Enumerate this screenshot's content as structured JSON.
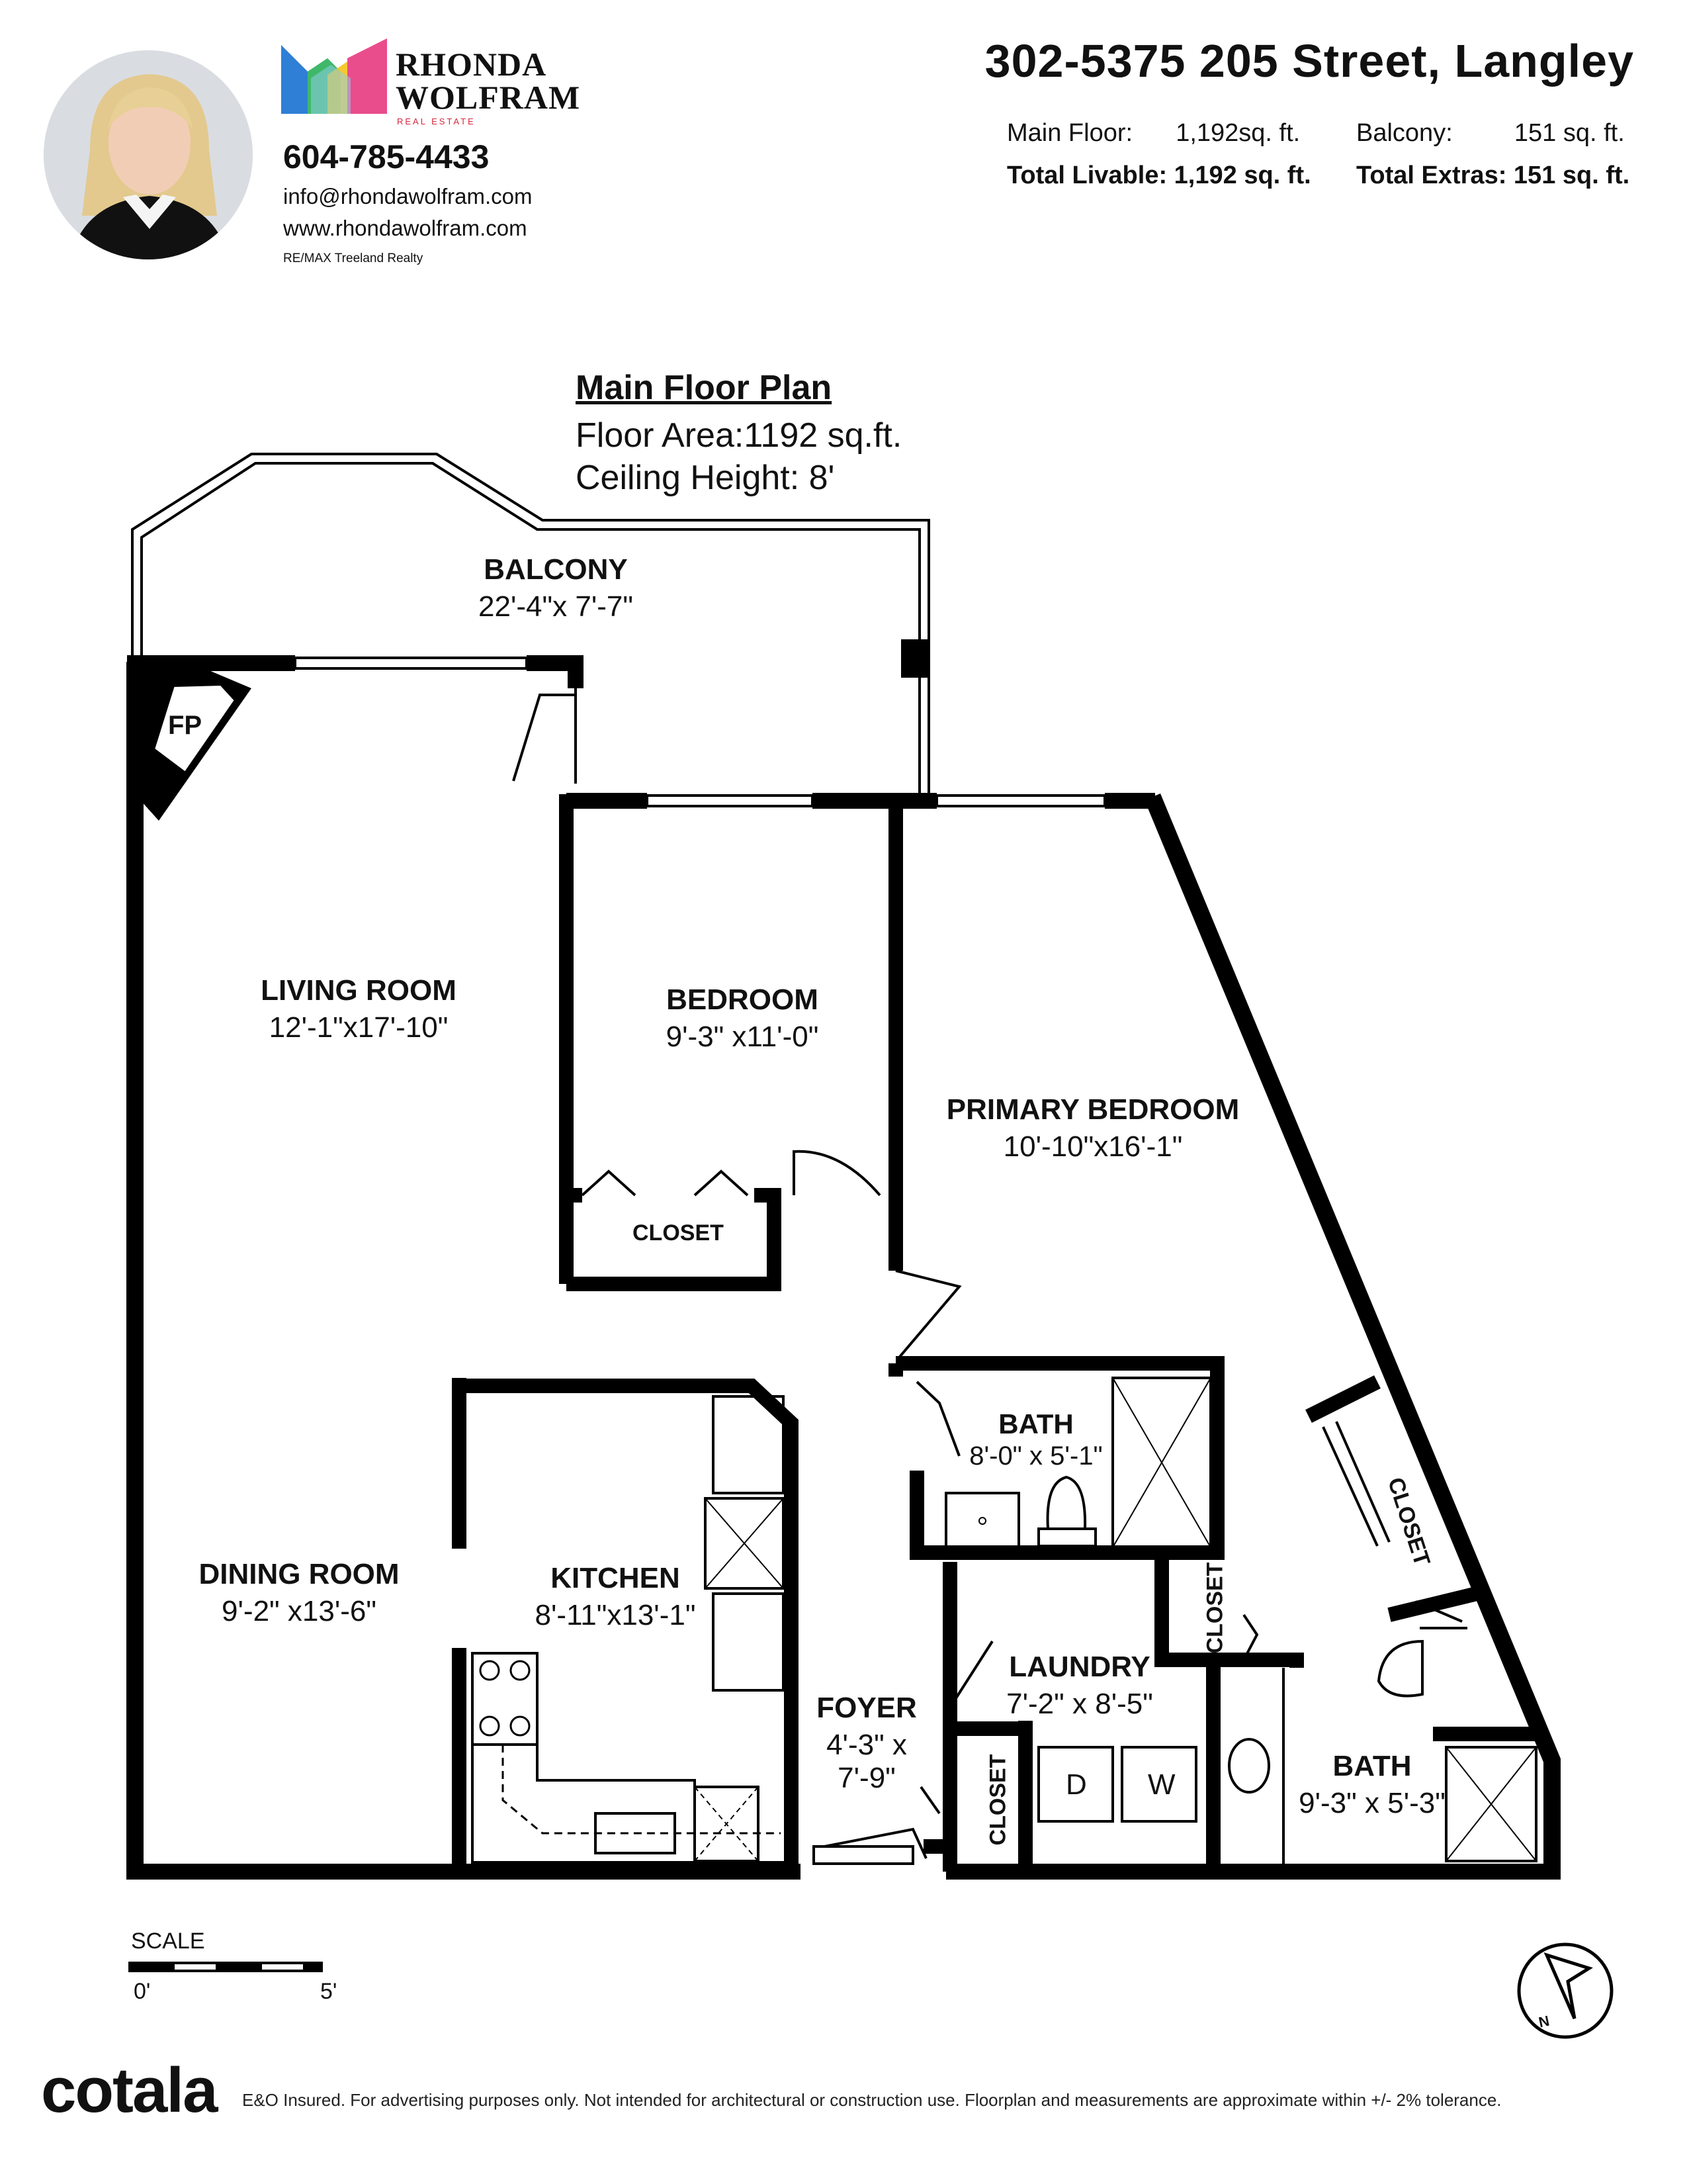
{
  "agent": {
    "brand_line1": "RHONDA",
    "brand_line2": "WOLFRAM",
    "brand_sub": "REAL ESTATE",
    "phone": "604-785-4433",
    "email": "info@rhondawolfram.com",
    "website": "www.rhondawolfram.com",
    "office": "RE/MAX Treeland Realty"
  },
  "property": {
    "address": "302-5375 205 Street, Langley",
    "main_floor_label": "Main Floor:",
    "main_floor_value": "1,192",
    "main_floor_unit": "sq. ft.",
    "balcony_label": "Balcony:",
    "balcony_value": "151",
    "balcony_unit": "sq. ft.",
    "total_livable_label": "Total Livable:",
    "total_livable_value": "1,192 sq. ft.",
    "total_extras_label": "Total Extras:",
    "total_extras_value": "151 sq. ft."
  },
  "plan": {
    "title": "Main Floor Plan",
    "floor_area": "Floor Area:1192 sq.ft.",
    "ceiling_height": "Ceiling Height: 8'"
  },
  "rooms": {
    "balcony": {
      "name": "BALCONY",
      "dims": "22'-4\"x 7'-7\""
    },
    "living": {
      "name": "LIVING ROOM",
      "dims": "12'-1\"x17'-10\""
    },
    "bedroom": {
      "name": "BEDROOM",
      "dims": "9'-3\" x11'-0\""
    },
    "primary": {
      "name": "PRIMARY BEDROOM",
      "dims": "10'-10\"x16'-1\""
    },
    "bath1": {
      "name": "BATH",
      "dims": "8'-0\" x 5'-1\""
    },
    "dining": {
      "name": "DINING ROOM",
      "dims": "9'-2\" x13'-6\""
    },
    "kitchen": {
      "name": "KITCHEN",
      "dims": "8'-11\"x13'-1\""
    },
    "laundry": {
      "name": "LAUNDRY",
      "dims": "7'-2\" x 8'-5\""
    },
    "foyer": {
      "name": "FOYER",
      "dims_line1": "4'-3\" x",
      "dims_line2": "7'-9\""
    },
    "bath2": {
      "name": "BATH",
      "dims": "9'-3\" x 5'-3\""
    }
  },
  "labels": {
    "fp": "FP",
    "closet": "CLOSET",
    "dryer": "D",
    "washer": "W",
    "north": "N",
    "scale_title": "SCALE",
    "scale_start": "0'",
    "scale_end": "5'"
  },
  "footer": {
    "brand": "cotala",
    "disclaimer": "E&O Insured. For advertising purposes only. Not intended for architectural or construction use. Floorplan and measurements are approximate within +/- 2% tolerance."
  },
  "colors": {
    "wall": "#000000",
    "brand_red": "#d8243c",
    "logo_blue": "#2f7fd6",
    "logo_green": "#3fb86a",
    "logo_yellow": "#f4c21b",
    "logo_pink": "#ea4d8c"
  }
}
